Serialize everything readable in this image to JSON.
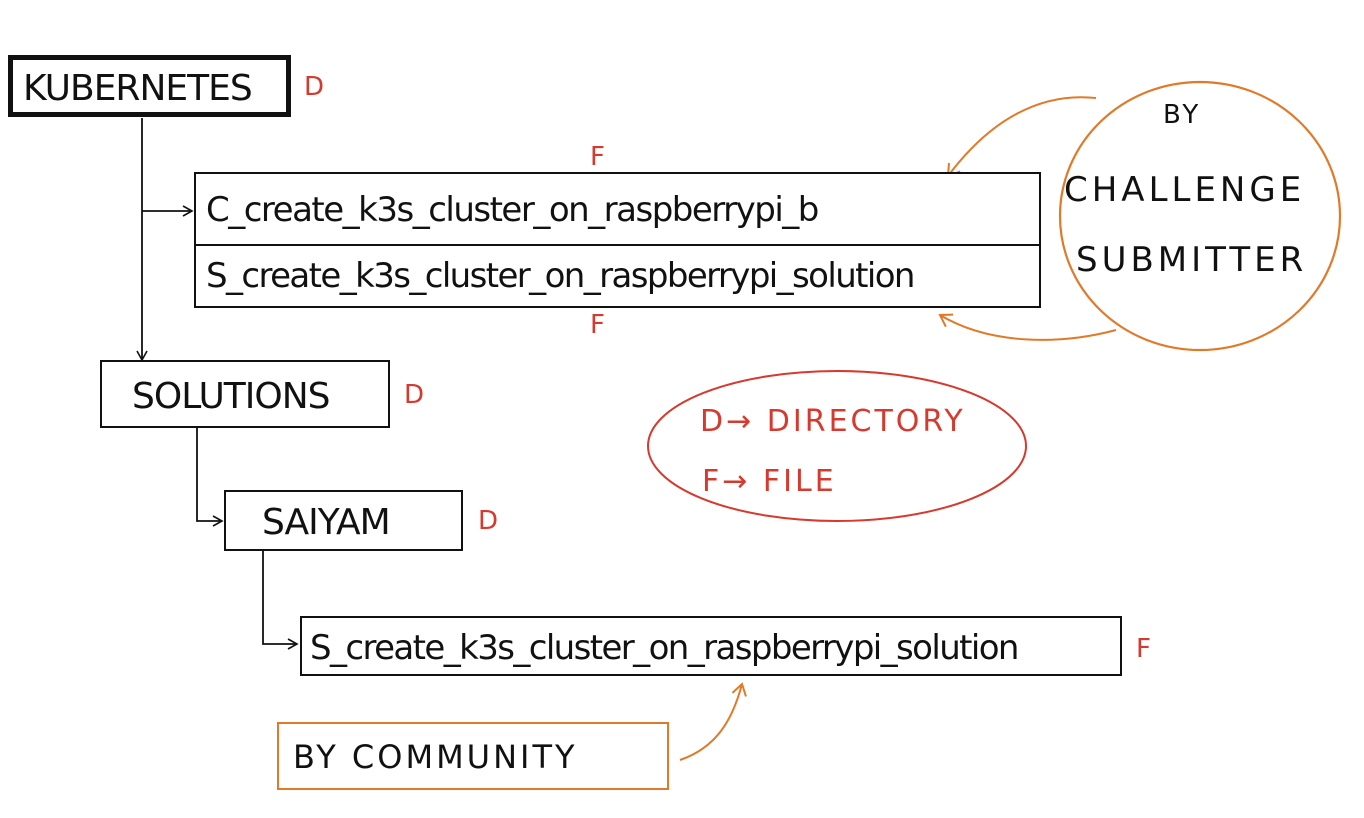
{
  "nodes": {
    "kubernetes": {
      "label": "KUBERNETES",
      "tag": "D"
    },
    "challenge_file": {
      "label": "C_create_k3s_cluster_on_raspberrypi_b",
      "tag": "F"
    },
    "solution_file": {
      "label": "S_create_k3s_cluster_on_raspberrypi_solution",
      "tag": "F"
    },
    "solutions": {
      "label": "SOLUTIONS",
      "tag": "D"
    },
    "saiyam": {
      "label": "SAIYAM",
      "tag": "D"
    },
    "community_solution_file": {
      "label": "S_create_k3s_cluster_on_raspberrypi_solution",
      "tag": "F"
    }
  },
  "annotations": {
    "challenge_submitter": [
      "BY",
      "CHALLENGE",
      "SUBMITTER"
    ],
    "community": "BY COMMUNITY"
  },
  "legend": {
    "directory": "D→ DIRECTORY",
    "file": "F→ FILE"
  },
  "colors": {
    "ink": "#111111",
    "tag_red": "#d63a2f",
    "annotation_orange": "#e07a2a"
  }
}
